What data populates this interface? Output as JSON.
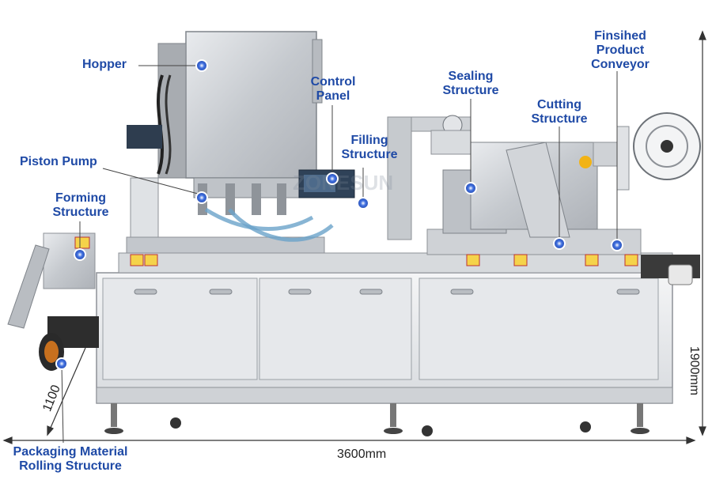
{
  "callouts": {
    "hopper": "Hopper",
    "piston_pump": "Piston Pump",
    "forming_1": "Forming",
    "forming_2": "Structure",
    "control_1": "Control",
    "control_2": "Panel",
    "filling_1": "Filling",
    "filling_2": "Structure",
    "sealing_1": "Sealing",
    "sealing_2": "Structure",
    "cutting_1": "Cutting",
    "cutting_2": "Structure",
    "conveyor_1": "Finsihed",
    "conveyor_2": "Product",
    "conveyor_3": "Conveyor",
    "packaging_1": "Packaging Material",
    "packaging_2": "Rolling Structure"
  },
  "dimensions": {
    "width": "3600mm",
    "height": "1900mm",
    "depth": "1100"
  },
  "watermark": "ZONESUN",
  "colors": {
    "callout_text": "#1f4aa6",
    "marker": "#3f6fe0",
    "steel": "#c9ccd1"
  }
}
